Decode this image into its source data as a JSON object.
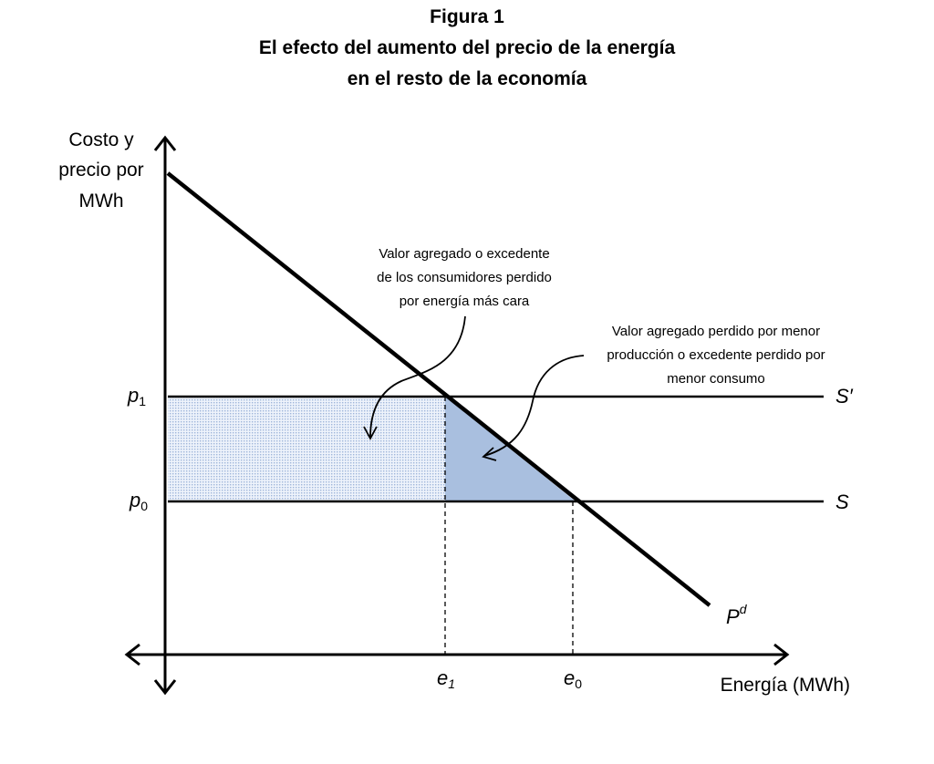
{
  "figure": {
    "number": "Figura 1",
    "title_line1": "El efecto del aumento del precio de la energía",
    "title_line2": "en el resto de la economía"
  },
  "axes": {
    "y_label": [
      "Costo y",
      "precio por",
      "MWh"
    ],
    "x_label": "Energía (MWh)"
  },
  "levels": {
    "p1": {
      "base": "p",
      "sub": "1"
    },
    "p0": {
      "base": "p",
      "sub": "0"
    },
    "e1": {
      "base": "e",
      "sub": "1"
    },
    "e0": {
      "base": "e",
      "sub": "0"
    }
  },
  "curves": {
    "supply_new": "S′",
    "supply_old": "S",
    "demand": {
      "base": "P",
      "sup": "d"
    }
  },
  "annotations": {
    "consumer_surplus_lost": [
      "Valor agregado o excedente",
      "de los consumidores perdido",
      "por energía más cara"
    ],
    "deadweight_loss": [
      "Valor agregado perdido por menor",
      "producción o excedente perdido por",
      "menor consumo"
    ]
  },
  "colors": {
    "dotted_fill": "#c9d7ee",
    "triangle_fill": "#a9bfdf",
    "line": "#000000"
  }
}
